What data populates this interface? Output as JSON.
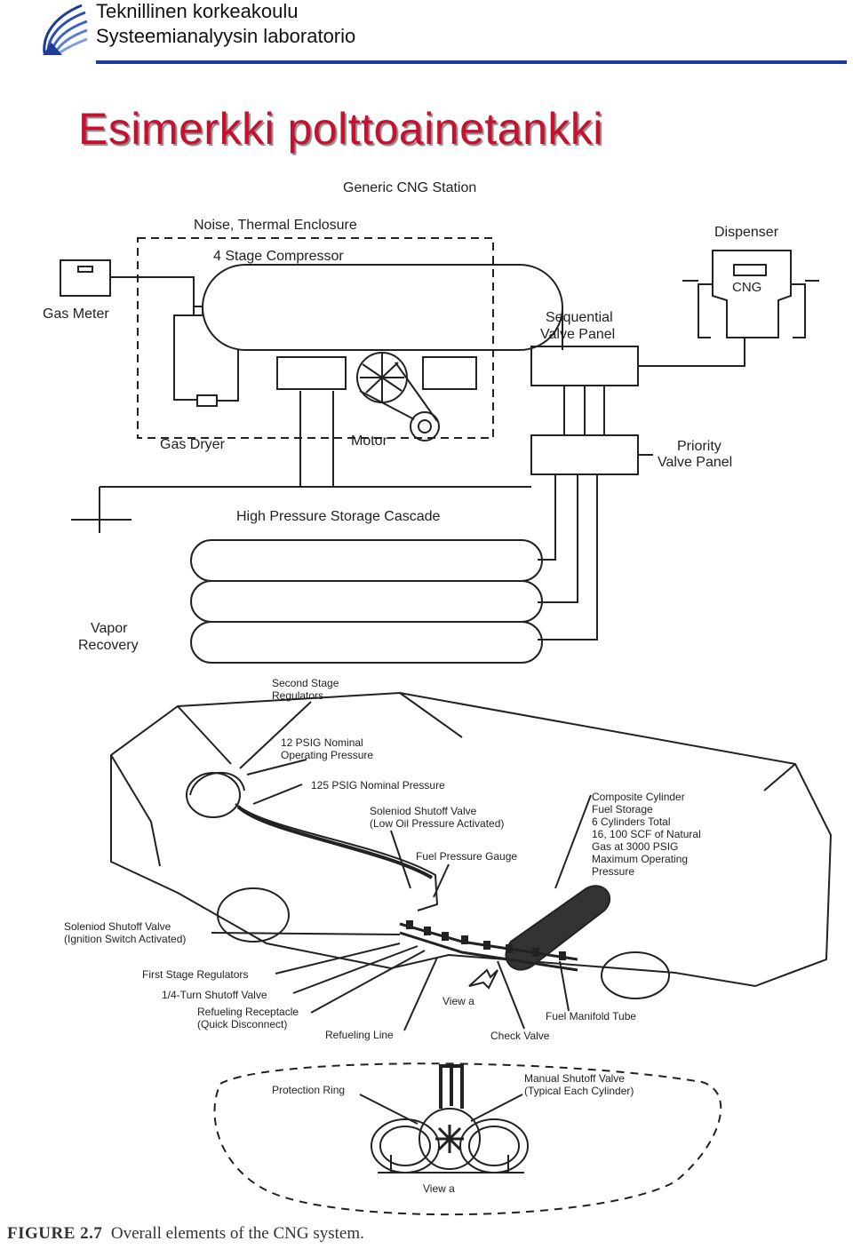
{
  "header": {
    "line1": "Teknillinen korkeakoulu",
    "line2": "Systeemianalyysin laboratorio"
  },
  "title": "Esimerkki polttoainetankki",
  "station": {
    "title": "Generic CNG Station",
    "enclosure": "Noise, Thermal Enclosure",
    "compressor": "4 Stage Compressor",
    "dispenser": "Dispenser",
    "cng": "CNG",
    "gas_meter": "Gas Meter",
    "sequential_1": "Sequential",
    "sequential_2": "Valve Panel",
    "gas_dryer": "Gas Dryer",
    "motor": "Motor",
    "priority_1": "Priority",
    "priority_2": "Valve Panel",
    "storage": "High Pressure Storage Cascade",
    "vapor_1": "Vapor",
    "vapor_2": "Recovery"
  },
  "vehicle": {
    "second_stage_1": "Second Stage",
    "second_stage_2": "Regulators",
    "psig12_1": "12 PSIG Nominal",
    "psig12_2": "Operating Pressure",
    "psig125": "125 PSIG Nominal Pressure",
    "solenoid_oil_1": "Soleniod Shutoff Valve",
    "solenoid_oil_2": "(Low Oil Pressure Activated)",
    "composite_1": "Composite Cylinder",
    "composite_2": "Fuel Storage",
    "composite_3": "6 Cylinders Total",
    "composite_4": "16, 100 SCF of Natural",
    "composite_5": "Gas at 3000 PSIG",
    "composite_6": "Maximum Operating",
    "composite_7": "Pressure",
    "gauge": "Fuel Pressure Gauge",
    "solenoid_ign_1": "Soleniod Shutoff Valve",
    "solenoid_ign_2": "(Ignition Switch Activated)",
    "first_stage": "First Stage Regulators",
    "quarter_turn": "1/4-Turn Shutoff Valve",
    "refuel_1": "Refueling Receptacle",
    "refuel_2": "(Quick Disconnect)",
    "view_a": "View a",
    "manifold": "Fuel Manifold Tube",
    "refuel_line": "Refueling Line",
    "check_valve": "Check Valve"
  },
  "detail": {
    "protection_ring": "Protection Ring",
    "manual_1": "Manual Shutoff Valve",
    "manual_2": "(Typical Each Cylinder)",
    "view_a": "View a"
  },
  "caption": {
    "label": "FIGURE 2.7",
    "text": "Overall elements of the CNG system."
  },
  "colors": {
    "title": "#c8102e",
    "rule": "#1f3b9a"
  }
}
